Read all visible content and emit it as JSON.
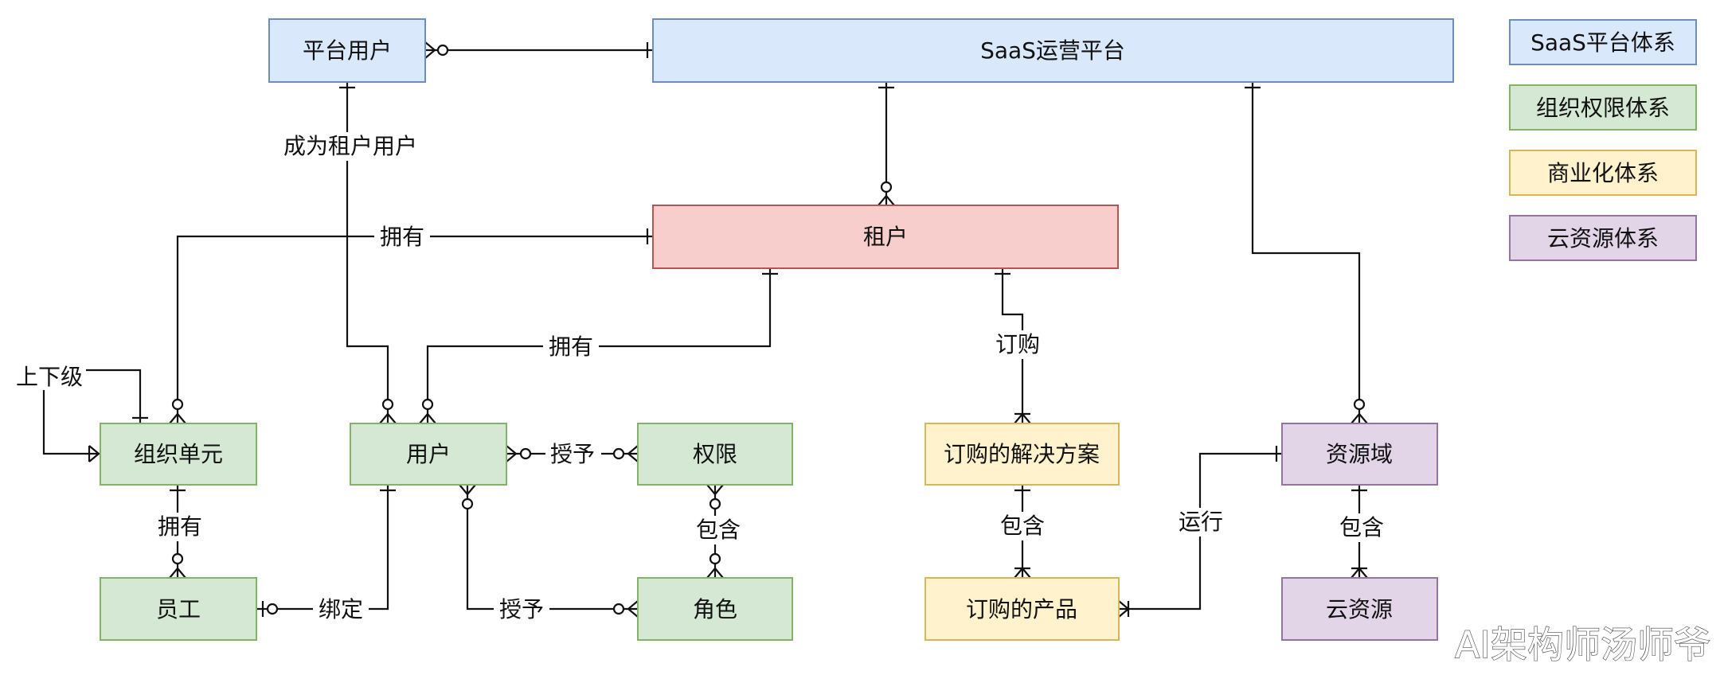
{
  "colors": {
    "blue_fill": "#dae8fc",
    "blue_stroke": "#6c8ebf",
    "red_fill": "#f8cecc",
    "red_stroke": "#b85450",
    "green_fill": "#d5e8d4",
    "green_stroke": "#82b366",
    "yellow_fill": "#fff2cc",
    "yellow_stroke": "#d6b656",
    "purple_fill": "#e1d5e7",
    "purple_stroke": "#9673a6"
  },
  "nodes": {
    "platform_user": "平台用户",
    "saas_platform": "SaaS运营平台",
    "tenant": "租户",
    "org_unit": "组织单元",
    "user": "用户",
    "permission": "权限",
    "employee": "员工",
    "role": "角色",
    "subscribed_solution": "订购的解决方案",
    "subscribed_product": "订购的产品",
    "resource_domain": "资源域",
    "cloud_resource": "云资源"
  },
  "legend": {
    "saas": "SaaS平台体系",
    "org": "组织权限体系",
    "commerce": "商业化体系",
    "cloud": "云资源体系"
  },
  "edge_labels": {
    "become_tenant_user": "成为租户用户",
    "tenant_owns_org": "拥有",
    "tenant_owns_user": "拥有",
    "superior_subordinate": "上下级",
    "org_owns_employee": "拥有",
    "bind": "绑定",
    "grant_permission": "授予",
    "grant_role": "授予",
    "contains_permission": "包含",
    "subscribe": "订购",
    "contains_product": "包含",
    "runs": "运行",
    "contains_resource": "包含"
  },
  "watermark": "AI架构师汤师爷"
}
